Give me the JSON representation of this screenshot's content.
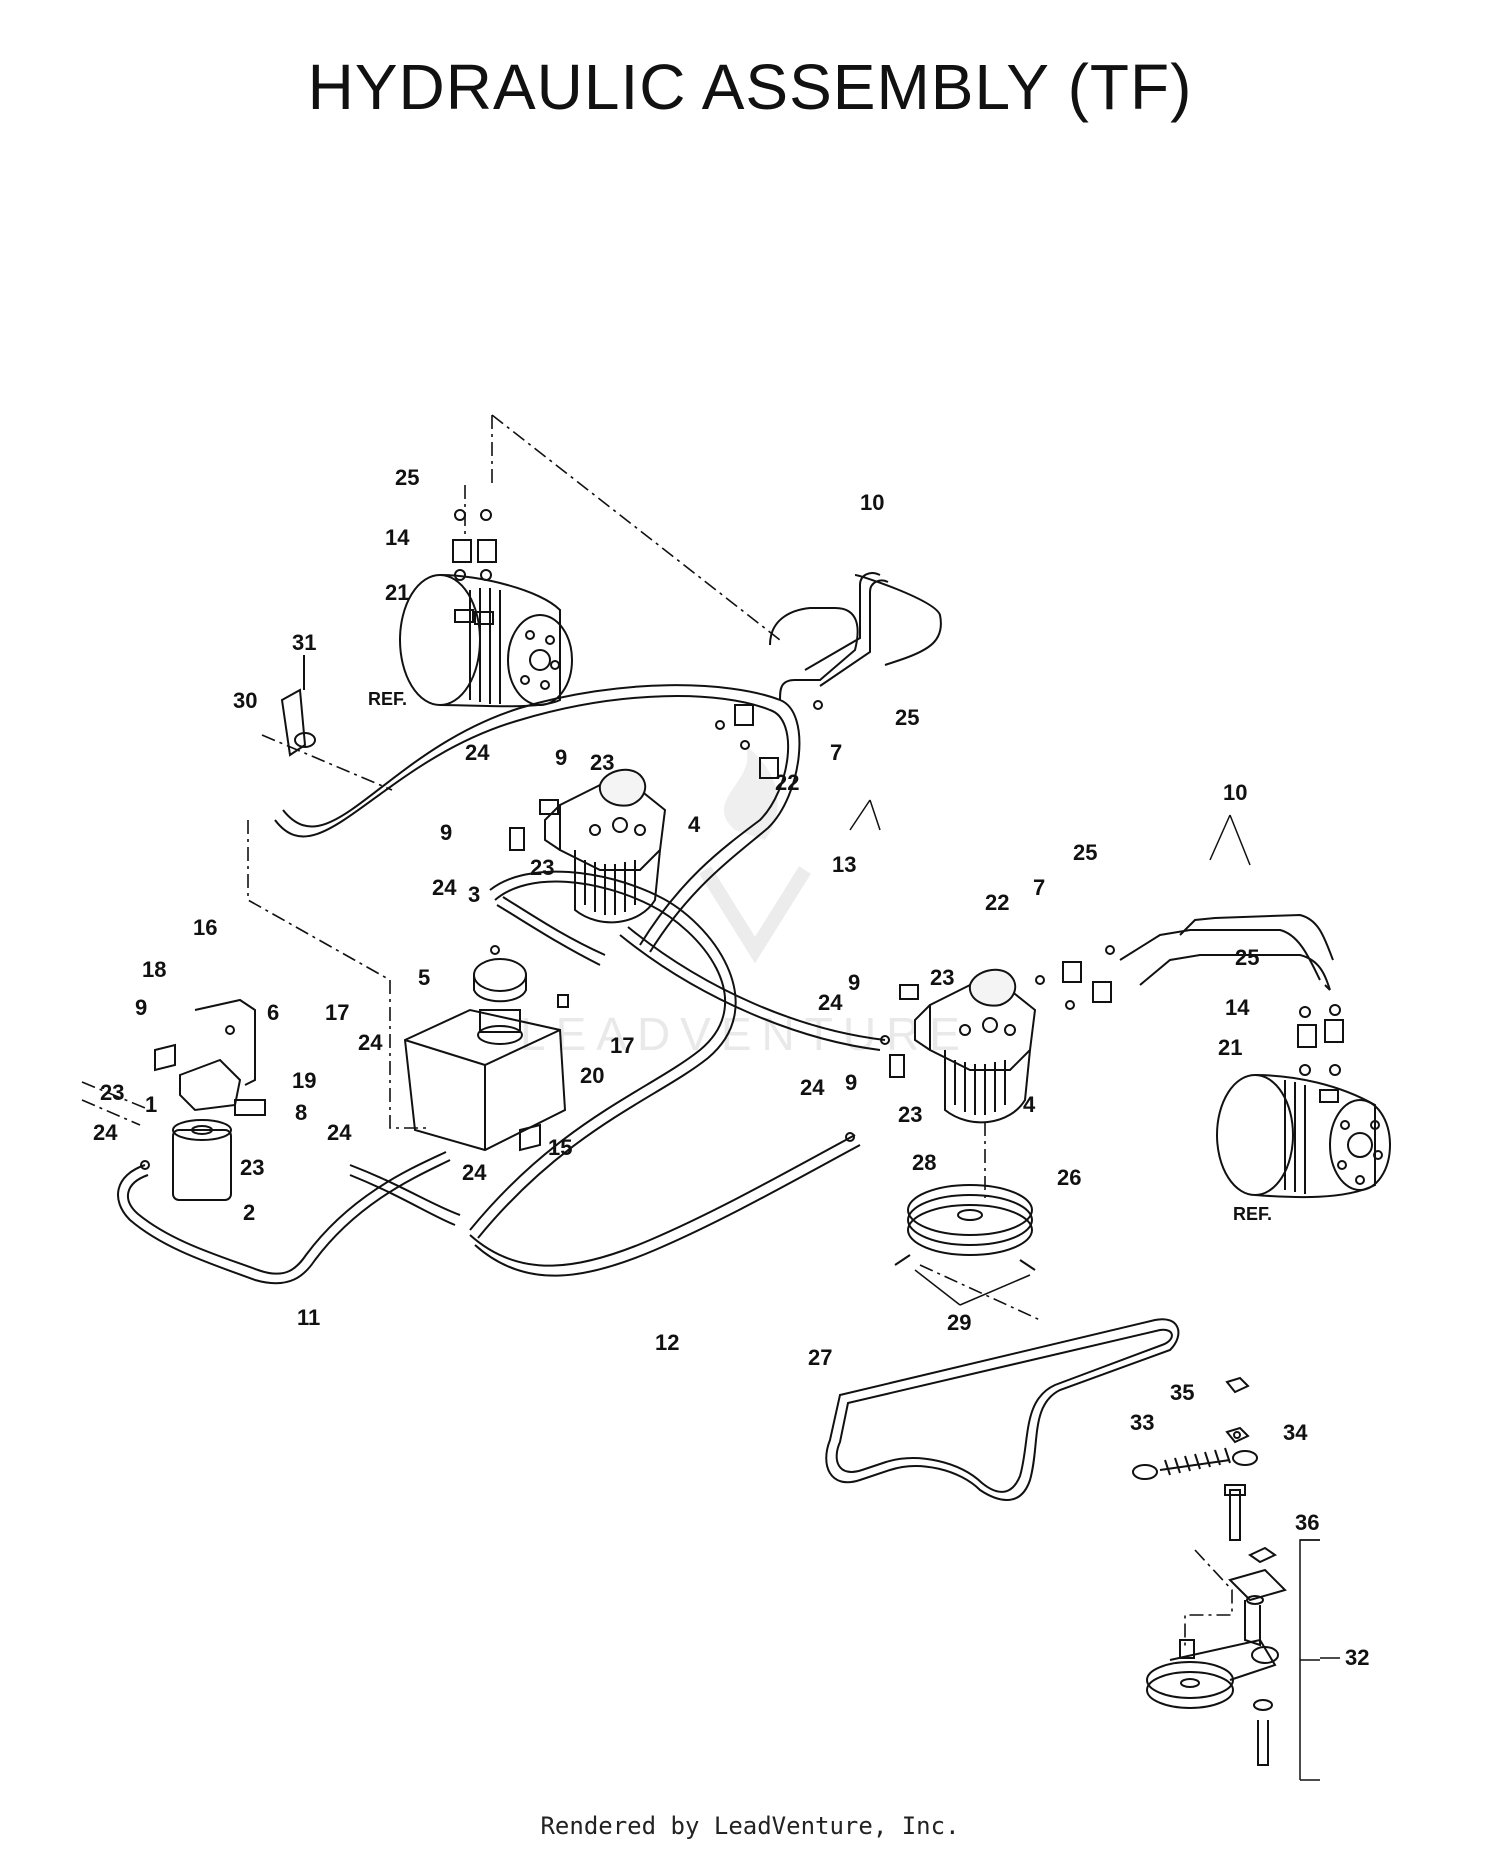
{
  "title": "HYDRAULIC ASSEMBLY (TF)",
  "footer": "Rendered by LeadVenture, Inc.",
  "watermark": "LEADVENTURE",
  "ref_label": "REF.",
  "callouts": {
    "c1": "1",
    "c2": "2",
    "c3": "3",
    "c4a": "4",
    "c4b": "4",
    "c5": "5",
    "c6": "6",
    "c7a": "7",
    "c7b": "7",
    "c8": "8",
    "c9a": "9",
    "c9b": "9",
    "c9c": "9",
    "c9d": "9",
    "c9e": "9",
    "c10a": "10",
    "c10b": "10",
    "c11": "11",
    "c12": "12",
    "c13": "13",
    "c14a": "14",
    "c14b": "14",
    "c15": "15",
    "c16": "16",
    "c17a": "17",
    "c17b": "17",
    "c18": "18",
    "c19": "19",
    "c20": "20",
    "c21a": "21",
    "c21b": "21",
    "c22a": "22",
    "c22b": "22",
    "c23a": "23",
    "c23b": "23",
    "c23c": "23",
    "c23d": "23",
    "c23e": "23",
    "c23f": "23",
    "c24a": "24",
    "c24b": "24",
    "c24c": "24",
    "c24d": "24",
    "c24e": "24",
    "c24f": "24",
    "c24g": "24",
    "c24h": "24",
    "c25a": "25",
    "c25b": "25",
    "c25c": "25",
    "c25d": "25",
    "c26": "26",
    "c27": "27",
    "c28": "28",
    "c29": "29",
    "c30": "30",
    "c31": "31",
    "c32": "32",
    "c33": "33",
    "c34": "34",
    "c35": "35",
    "c36": "36"
  }
}
